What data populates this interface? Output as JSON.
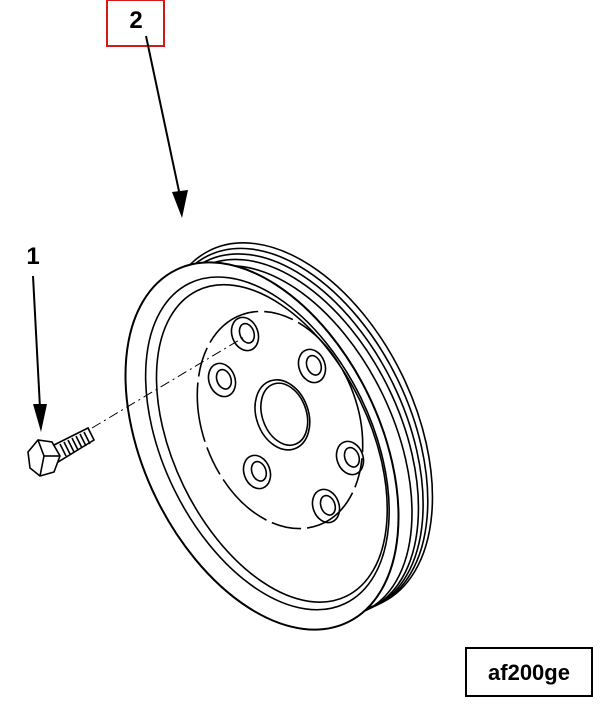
{
  "callouts": {
    "item_2": {
      "label": "2",
      "box_color": "#d11a1a"
    },
    "item_1": {
      "label": "1"
    }
  },
  "figure_code": "af200ge"
}
